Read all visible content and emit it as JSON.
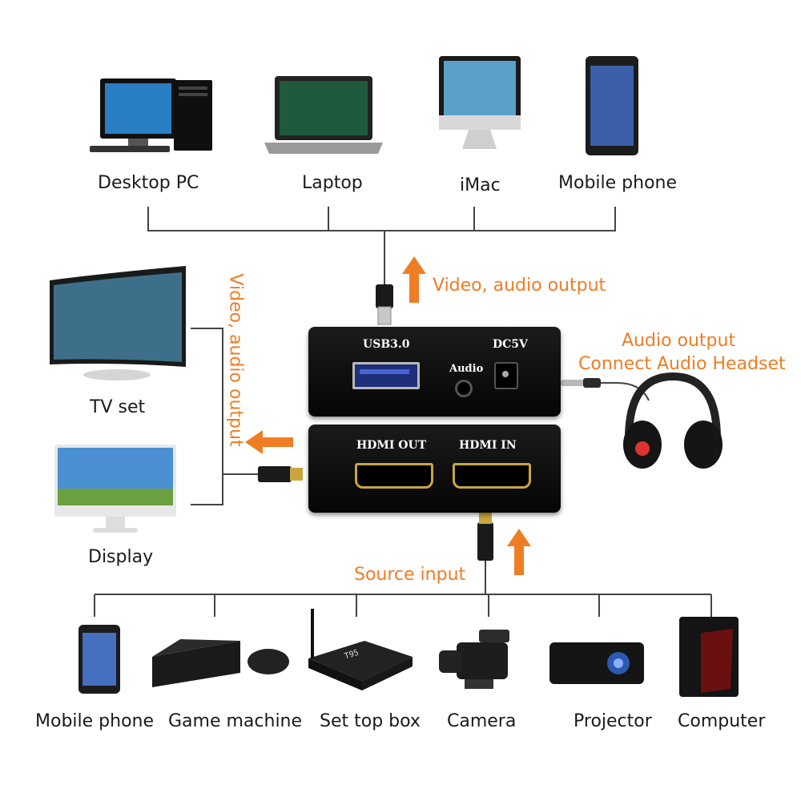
{
  "top_devices": {
    "desktop_pc": "Desktop PC",
    "laptop": "Laptop",
    "imac": "iMac",
    "mobile_phone": "Mobile phone"
  },
  "left_devices": {
    "tv_set": "TV set",
    "display": "Display"
  },
  "bottom_devices": {
    "mobile_phone": "Mobile phone",
    "game_machine": "Game machine",
    "set_top_box": "Set top box",
    "camera": "Camera",
    "projector": "Projector",
    "computer": "Computer"
  },
  "annotations": {
    "video_audio_output_top": "Video, audio output",
    "video_audio_output_left": "Video, audio output",
    "audio_output_line1": "Audio output",
    "audio_output_line2": "Connect Audio Headset",
    "source_input": "Source input"
  },
  "device_box": {
    "usb_label": "USB3.0",
    "dc_label": "DC5V",
    "audio_label": "Audio",
    "hdmi_out_label": "HDMI OUT",
    "hdmi_in_label": "HDMI IN"
  },
  "set_top_box_display": "T95",
  "colors": {
    "accent": "#ef7d24",
    "device_body": "#0a0a0a",
    "connector_line": "#444444"
  }
}
